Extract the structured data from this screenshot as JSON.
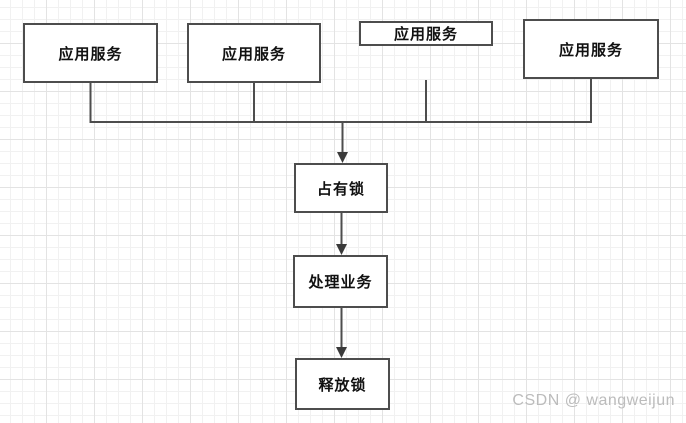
{
  "diagram": {
    "title": "distributed-lock-flow",
    "nodes": [
      {
        "id": "app1",
        "label": "应用服务"
      },
      {
        "id": "app2",
        "label": "应用服务"
      },
      {
        "id": "app3",
        "label": "应用服务"
      },
      {
        "id": "app4",
        "label": "应用服务"
      },
      {
        "id": "lock",
        "label": "占有锁"
      },
      {
        "id": "process",
        "label": "处理业务"
      },
      {
        "id": "release",
        "label": "释放锁"
      }
    ],
    "edges": [
      {
        "from": "app1",
        "to": "lock",
        "arrow": true
      },
      {
        "from": "app2",
        "to": "lock",
        "arrow": true
      },
      {
        "from": "app3",
        "to": "lock",
        "arrow": true
      },
      {
        "from": "app4",
        "to": "lock",
        "arrow": true
      },
      {
        "from": "lock",
        "to": "process",
        "arrow": true
      },
      {
        "from": "process",
        "to": "release",
        "arrow": true
      }
    ]
  },
  "watermark": {
    "text": "CSDN @ wangweijun"
  },
  "colors": {
    "node_border": "#4d4d4d",
    "node_fill": "#ffffff",
    "node_text": "#111111",
    "edge_line": "#4d4d4d",
    "grid_minor": "#f1f1f1",
    "grid_major": "#e3e3e3",
    "watermark_text": "#bcbcbc",
    "background": "#ffffff"
  }
}
